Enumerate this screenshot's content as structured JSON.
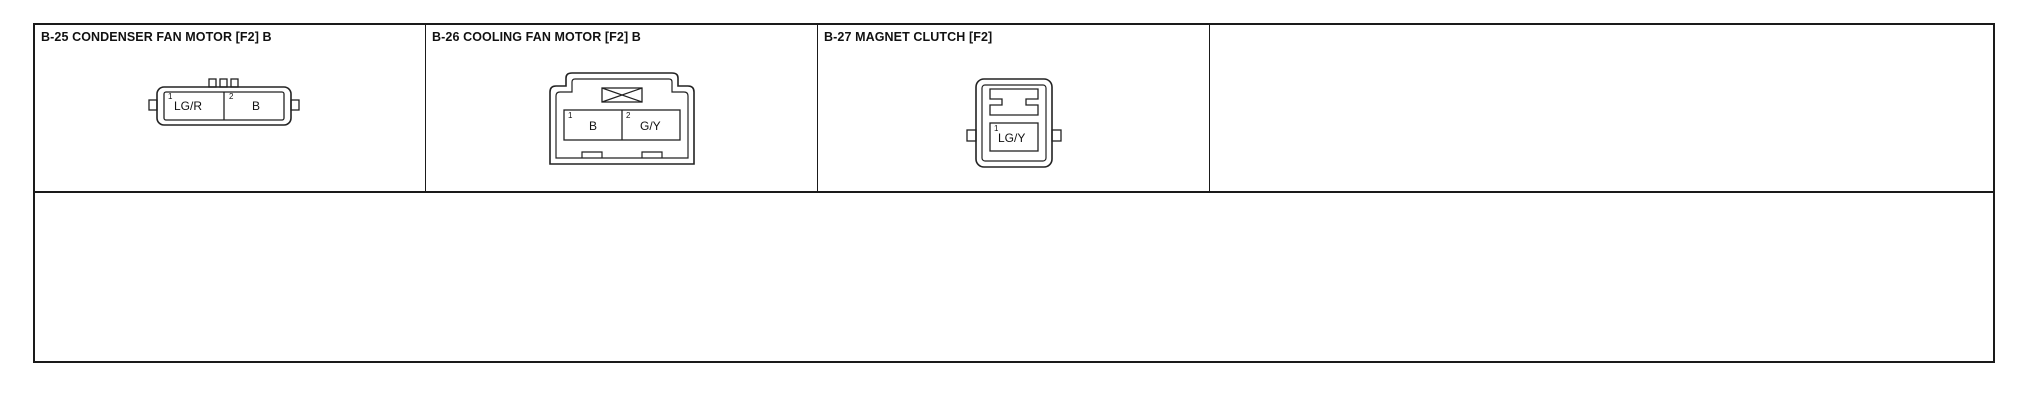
{
  "connectors": [
    {
      "title": "B-25 CONDENSER FAN MOTOR [F2] B",
      "pins": [
        {
          "num": "1",
          "wire": "LG/R"
        },
        {
          "num": "2",
          "wire": "B"
        }
      ]
    },
    {
      "title": "B-26 COOLING FAN MOTOR [F2] B",
      "pins": [
        {
          "num": "1",
          "wire": "B"
        },
        {
          "num": "2",
          "wire": "G/Y"
        }
      ]
    },
    {
      "title": "B-27 MAGNET CLUTCH [F2]",
      "pins": [
        {
          "num": "1",
          "wire": "LG/Y"
        }
      ]
    }
  ]
}
